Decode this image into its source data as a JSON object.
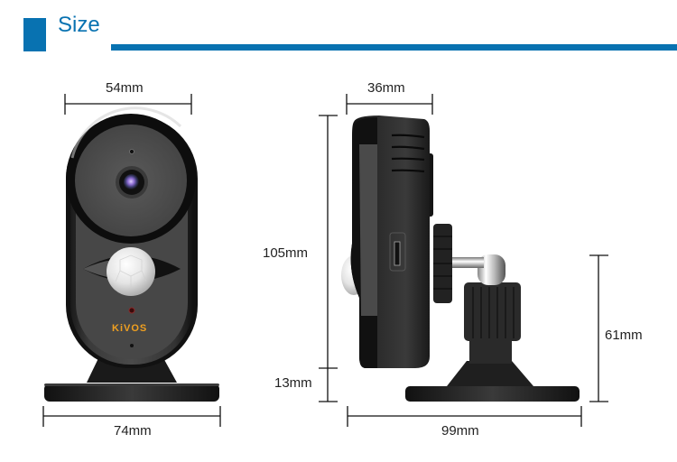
{
  "header": {
    "title": "Size",
    "accent_color": "#0872b1"
  },
  "front_view": {
    "brand_logo": "KiVOS",
    "brand_color": "#f0a020",
    "dimensions": {
      "top_width": "54mm",
      "base_width": "74mm"
    }
  },
  "side_view": {
    "dimensions": {
      "depth": "36mm",
      "body_height": "105mm",
      "base_gap": "13mm",
      "mount_height": "61mm",
      "total_length": "99mm"
    }
  }
}
